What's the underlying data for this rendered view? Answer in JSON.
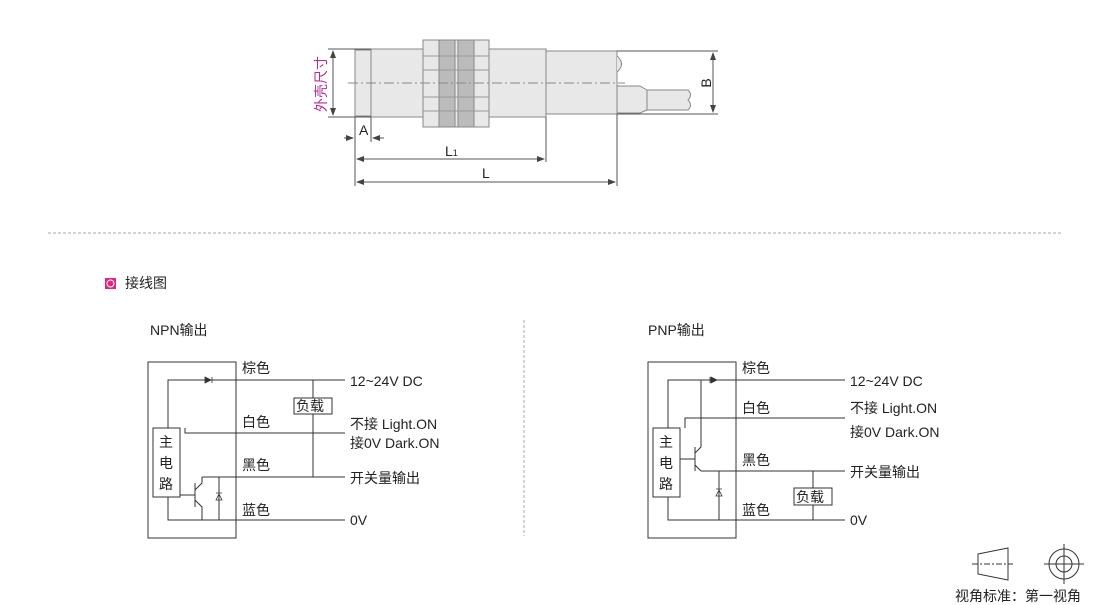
{
  "dimensions": {
    "shell_size": "外壳尺寸",
    "A": "A",
    "L1": "L",
    "L1_sub": "1",
    "L": "L",
    "B": "B"
  },
  "section": {
    "title": "接线图",
    "accent": "#e0267d"
  },
  "npn": {
    "title": "NPN输出",
    "main_circuit": [
      "主",
      "电",
      "路"
    ],
    "wires": [
      "棕色",
      "白色",
      "黑色",
      "蓝色"
    ],
    "terminals": [
      "12~24V DC",
      "不接 Light.ON",
      "接0V Dark.ON",
      "开关量输出",
      "0V"
    ],
    "load": "负载"
  },
  "pnp": {
    "title": "PNP输出",
    "main_circuit": [
      "主",
      "电",
      "路"
    ],
    "wires": [
      "棕色",
      "白色",
      "黑色",
      "蓝色"
    ],
    "terminals": [
      "12~24V DC",
      "不接 Light.ON",
      "接0V Dark.ON",
      "开关量输出",
      "0V"
    ],
    "load": "负载"
  },
  "view_standard": "视角标准：第一视角"
}
